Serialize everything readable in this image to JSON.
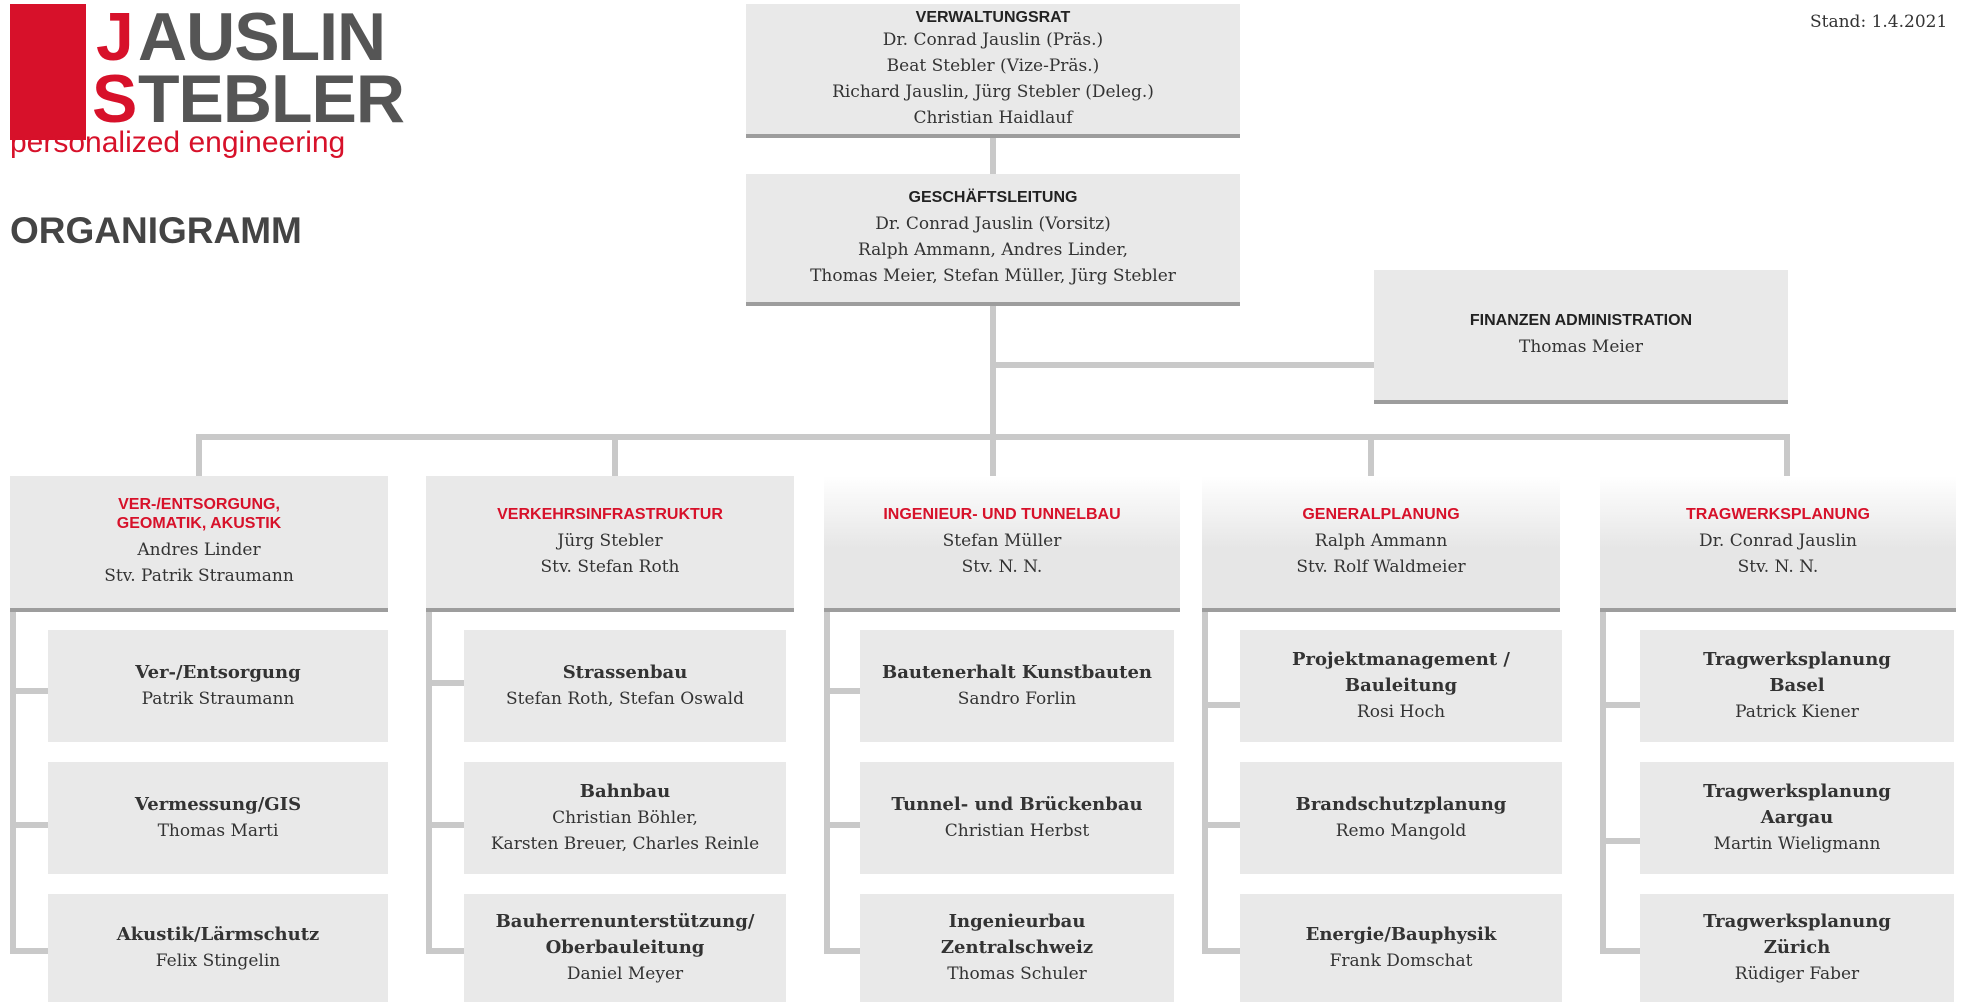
{
  "logo": {
    "line1_first": "J",
    "line1_rest": "AUSLIN",
    "line2_first": "S",
    "line2_rest": "TEBLER",
    "tagline": "personalized engineering"
  },
  "page": {
    "title": "ORGANIGRAMM",
    "stand": "Stand: 1.4.2021"
  },
  "colors": {
    "accent": "#d7112a",
    "box": "#e9e9e9",
    "line": "#c9c9c9",
    "text": "#333333"
  },
  "verwaltungsrat": {
    "title": "VERWALTUNGSRAT",
    "lines": [
      "Dr. Conrad Jauslin (Präs.)",
      "Beat Stebler (Vize-Präs.)",
      "Richard Jauslin, Jürg Stebler (Deleg.)",
      "Christian Haidlauf"
    ]
  },
  "geschaeftsleitung": {
    "title": "GESCHÄFTSLEITUNG",
    "lines": [
      "Dr. Conrad Jauslin (Vorsitz)",
      "Ralph Ammann, Andres Linder,",
      "Thomas Meier, Stefan Müller, Jürg Stebler"
    ]
  },
  "finanzen": {
    "title": "FINANZEN ADMINISTRATION",
    "lines": [
      "Thomas Meier"
    ]
  },
  "departments": [
    {
      "title": [
        "VER-/ENTSORGUNG,",
        "GEOMATIK, AKUSTIK"
      ],
      "lines": [
        "Andres Linder",
        "Stv. Patrik Straumann"
      ],
      "units": [
        {
          "title": [
            "Ver-/Entsorgung"
          ],
          "lines": [
            "Patrik Straumann"
          ]
        },
        {
          "title": [
            "Vermessung/GIS"
          ],
          "lines": [
            "Thomas Marti"
          ]
        },
        {
          "title": [
            "Akustik/Lärmschutz"
          ],
          "lines": [
            "Felix Stingelin"
          ]
        }
      ]
    },
    {
      "title": [
        "VERKEHRSINFRASTRUKTUR"
      ],
      "lines": [
        "Jürg Stebler",
        "Stv. Stefan Roth"
      ],
      "units": [
        {
          "title": [
            "Strassenbau"
          ],
          "lines": [
            "Stefan Roth, Stefan Oswald"
          ]
        },
        {
          "title": [
            "Bahnbau"
          ],
          "lines": [
            "Christian Böhler,",
            "Karsten Breuer, Charles Reinle"
          ]
        },
        {
          "title": [
            "Bauherrenunterstützung/",
            "Oberbauleitung"
          ],
          "lines": [
            "Daniel Meyer"
          ]
        }
      ]
    },
    {
      "title": [
        "INGENIEUR- UND TUNNELBAU"
      ],
      "lines": [
        "Stefan Müller",
        "Stv. N. N."
      ],
      "units": [
        {
          "title": [
            "Bautenerhalt Kunstbauten"
          ],
          "lines": [
            "Sandro Forlin"
          ]
        },
        {
          "title": [
            "Tunnel- und Brückenbau"
          ],
          "lines": [
            "Christian Herbst"
          ]
        },
        {
          "title": [
            "Ingenieurbau",
            "Zentralschweiz"
          ],
          "lines": [
            "Thomas Schuler"
          ]
        }
      ]
    },
    {
      "title": [
        "GENERALPLANUNG"
      ],
      "lines": [
        "Ralph Ammann",
        "Stv. Rolf Waldmeier"
      ],
      "units": [
        {
          "title": [
            "Projektmanagement /",
            "Bauleitung"
          ],
          "lines": [
            "Rosi Hoch"
          ]
        },
        {
          "title": [
            "Brandschutzplanung"
          ],
          "lines": [
            "Remo Mangold"
          ]
        },
        {
          "title": [
            "Energie/Bauphysik"
          ],
          "lines": [
            "Frank Domschat"
          ]
        }
      ]
    },
    {
      "title": [
        "TRAGWERKSPLANUNG"
      ],
      "lines": [
        "Dr. Conrad Jauslin",
        "Stv. N. N."
      ],
      "units": [
        {
          "title": [
            "Tragwerksplanung",
            "Basel"
          ],
          "lines": [
            "Patrick Kiener"
          ]
        },
        {
          "title": [
            "Tragwerksplanung",
            "Aargau"
          ],
          "lines": [
            "Martin Wieligmann"
          ]
        },
        {
          "title": [
            "Tragwerksplanung",
            "Zürich"
          ],
          "lines": [
            "Rüdiger Faber"
          ]
        }
      ]
    }
  ]
}
